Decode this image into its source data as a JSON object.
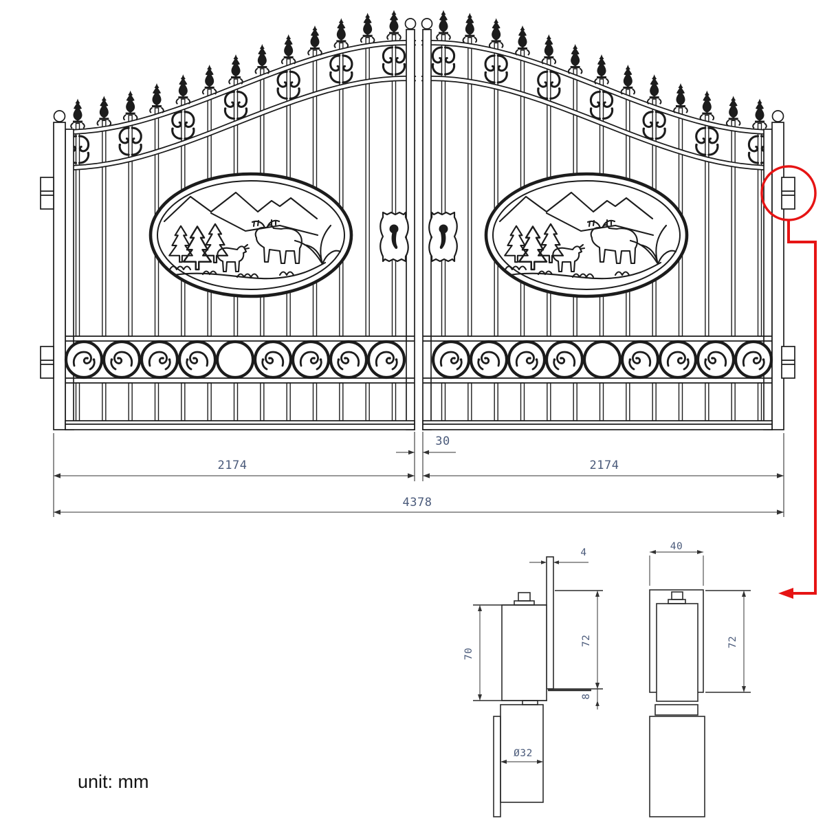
{
  "unit_note": "unit: mm",
  "gate_dimensions": {
    "left_leaf_width": "2174",
    "center_gap": "30",
    "right_leaf_width": "2174",
    "total_width": "4378"
  },
  "hinge_detail_side_view": {
    "frame_plate_thickness": "4",
    "hinge_body_height": "70",
    "mount_plate_height": "72",
    "bottom_offset": "8",
    "barrel_diameter": "Ø32"
  },
  "hinge_detail_front_view": {
    "mount_plate_width": "40",
    "mount_plate_height": "72"
  },
  "icons": {
    "highlight": "red-circle-callout",
    "leader": "red-arrow-leader"
  },
  "colors": {
    "line": "#1c1c1c",
    "detail": "#2b2b2b",
    "dimtext": "#4a5a7a",
    "dimline": "#333333",
    "red": "#e61414",
    "bg": "#ffffff"
  }
}
